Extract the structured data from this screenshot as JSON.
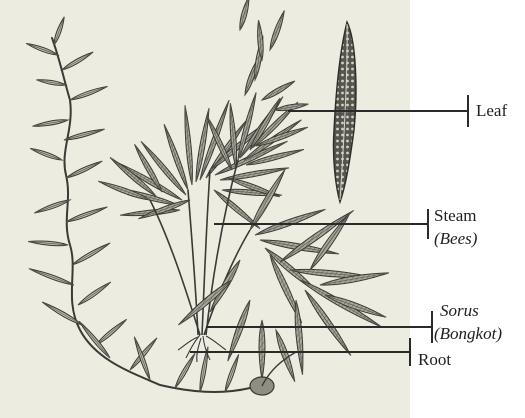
{
  "labels": {
    "leaf": "Leaf",
    "stem": "Steam",
    "stem_local": "(Bees)",
    "sorus": "Sorus",
    "sorus_local": "(Bongkot)",
    "root": "Root"
  },
  "colors": {
    "paper": "#ecede0",
    "ink": "#3a3a36",
    "leaf_fill": "#b9b9ab",
    "leaf_dark": "#5e5e56",
    "label": "#1e1e1e"
  }
}
